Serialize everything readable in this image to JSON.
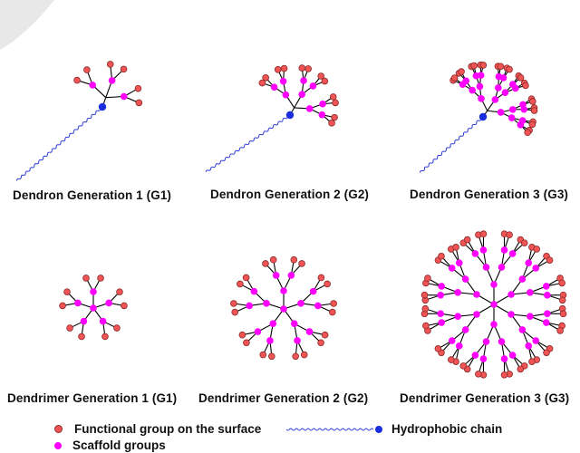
{
  "figure": {
    "panels": [
      {
        "id": "dendron-g1",
        "caption": "Dendron Generation 1 (G1)",
        "type": "dendron",
        "generation": 1
      },
      {
        "id": "dendron-g2",
        "caption": "Dendron Generation 2 (G2)",
        "type": "dendron",
        "generation": 2
      },
      {
        "id": "dendron-g3",
        "caption": "Dendron Generation 3 (G3)",
        "type": "dendron",
        "generation": 3
      },
      {
        "id": "dendrimer-g1",
        "caption": "Dendrimer Generation 1 (G1)",
        "type": "dendrimer",
        "generation": 1
      },
      {
        "id": "dendrimer-g2",
        "caption": "Dendrimer Generation 2 (G2)",
        "type": "dendrimer",
        "generation": 2
      },
      {
        "id": "dendrimer-g3",
        "caption": "Dendrimer Generation 3 (G3)",
        "type": "dendrimer",
        "generation": 3
      }
    ],
    "legend": {
      "functional": "Functional group on the surface",
      "hydrophobic": "Hydrophobic chain",
      "scaffold": "Scaffold groups"
    },
    "colors": {
      "functional_fill": "#f05454",
      "functional_stroke": "#8a2a2a",
      "scaffold": "#ff00ff",
      "core": "#1a2ee0",
      "chain": "#2a3bd6",
      "bond": "#000000"
    }
  }
}
